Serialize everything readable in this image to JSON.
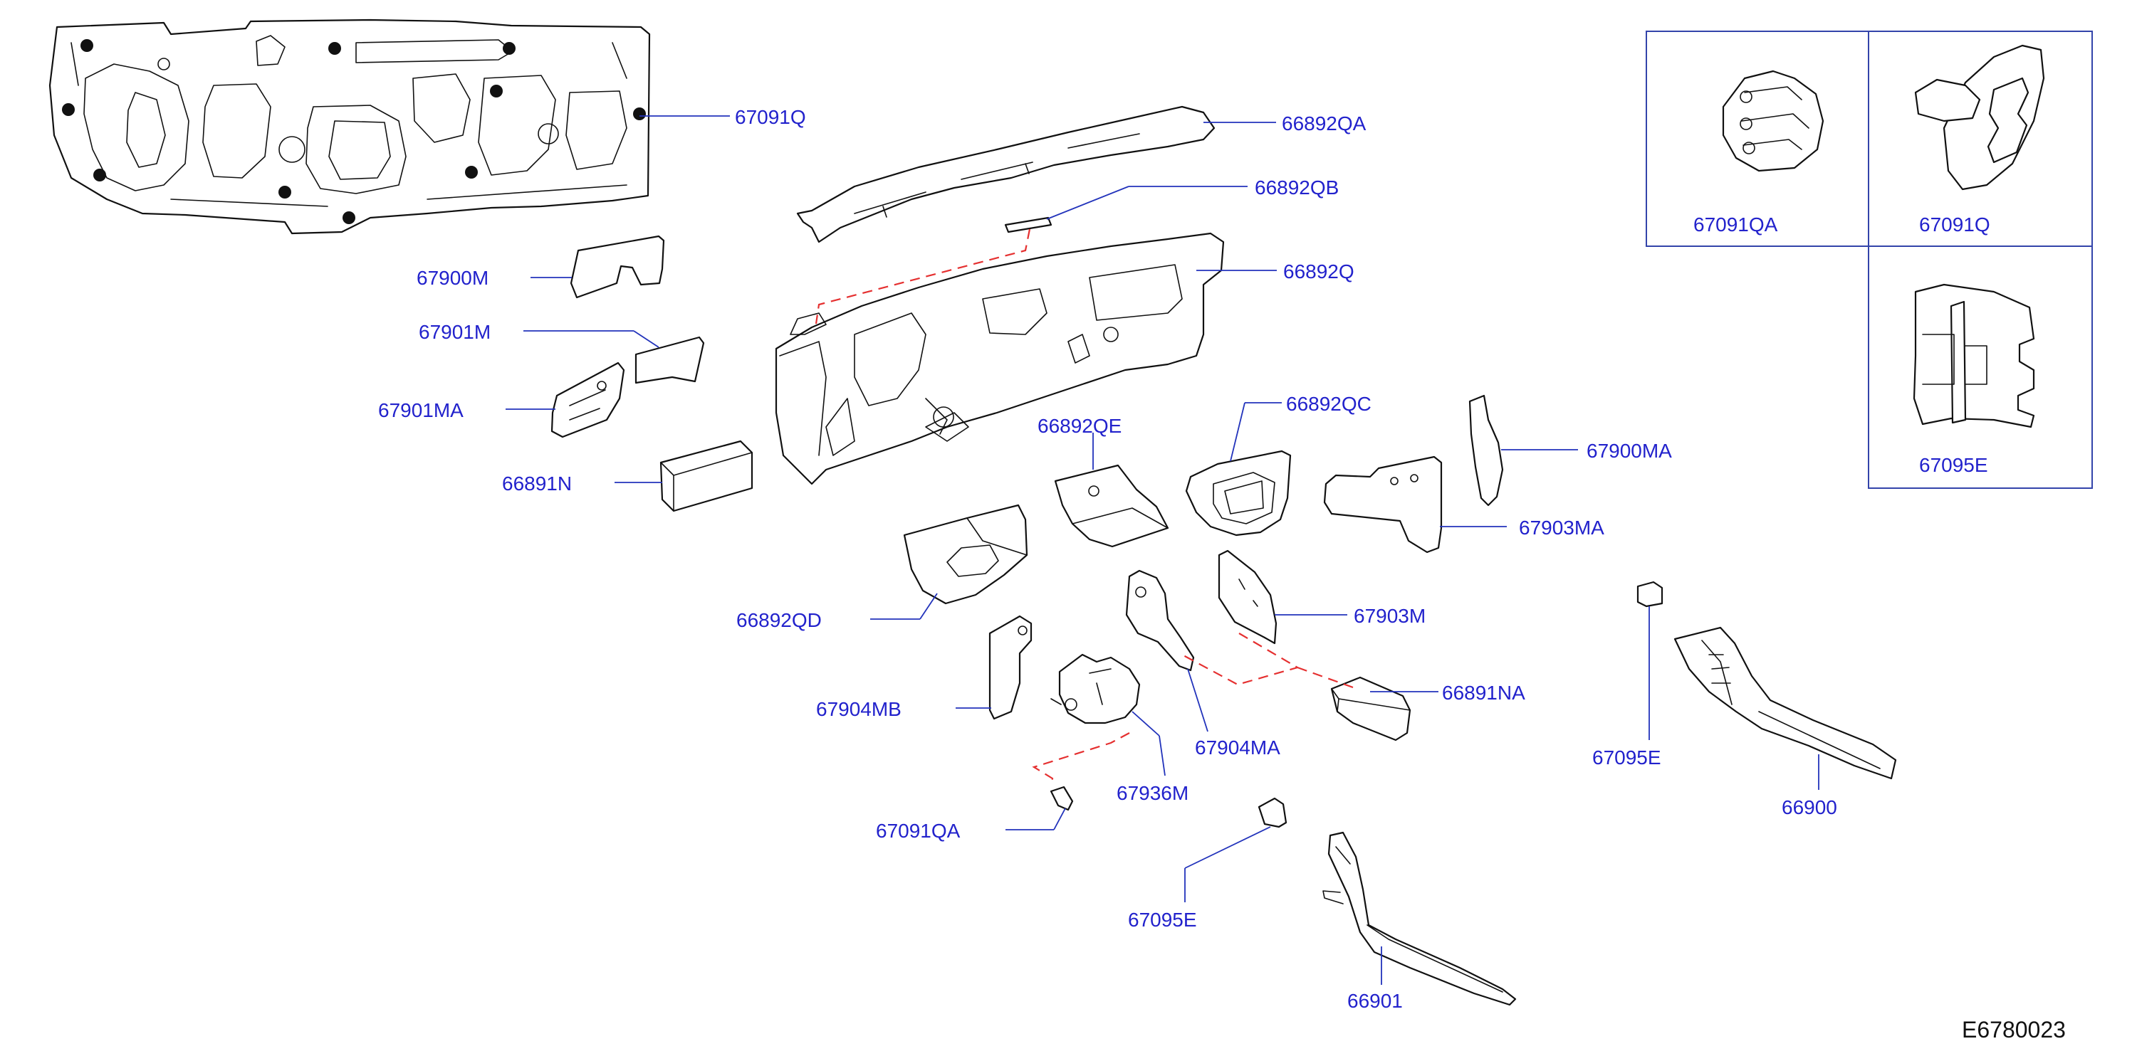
{
  "diagram_code": "E6780023",
  "colors": {
    "label": "#2222cc",
    "leader": "#2233bb",
    "dashed_link": "#e53030",
    "part_outline": "#111111"
  },
  "parts": {
    "p67091Q": "67091Q",
    "p66892QA": "66892QA",
    "p66892QB": "66892QB",
    "p66892Q": "66892Q",
    "p67900M": "67900M",
    "p67901M": "67901M",
    "p67901MA": "67901MA",
    "p66891N": "66891N",
    "p66892QE": "66892QE",
    "p66892QC": "66892QC",
    "p67900MA": "67900MA",
    "p67903MA": "67903MA",
    "p66892QD": "66892QD",
    "p67903M": "67903M",
    "p67904MB": "67904MB",
    "p67904MA": "67904MA",
    "p66891NA": "66891NA",
    "p67095E_left": "67095E",
    "p67095E_right": "67095E",
    "p66900": "66900",
    "p67936M": "67936M",
    "p67091QA": "67091QA",
    "p66901": "66901"
  },
  "inset": {
    "clip_a": "67091QA",
    "clip_b": "67091Q",
    "clip_c": "67095E"
  }
}
